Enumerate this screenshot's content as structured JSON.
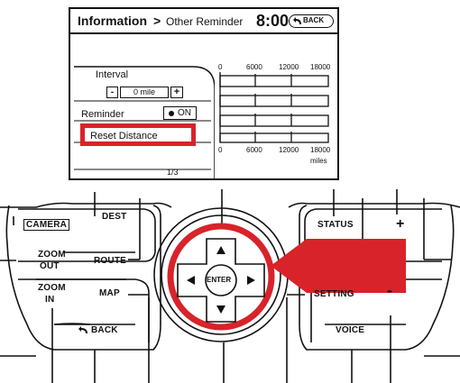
{
  "screen": {
    "title": "Information",
    "separator": ">",
    "subtitle": "Other Reminder",
    "clock": "8:00",
    "back_label": "BACK",
    "menu": {
      "interval_label": "Interval",
      "interval_value": "0 mile",
      "minus_glyph": "-",
      "plus_glyph": "+",
      "reminder_label": "Reminder",
      "reminder_state": "ON",
      "reset_label": "Reset Distance"
    },
    "page_indicator": "1/3",
    "scale_top": [
      "0",
      "6000",
      "12000",
      "18000"
    ],
    "scale_bottom": [
      "0",
      "6000",
      "12000",
      "18000"
    ],
    "scale_unit": "miles"
  },
  "panel": {
    "camera_label": "CAMERA",
    "dest_label": "DEST",
    "route_label": "ROUTE",
    "zoom_out_label_1": "ZOOM",
    "zoom_out_label_2": "OUT",
    "zoom_in_label_1": "ZOOM",
    "zoom_in_label_2": "IN",
    "map_label": "MAP",
    "back_label": "BACK",
    "enter_label": "ENTER",
    "status_label": "STATUS",
    "plus_label": "+",
    "minus_label": "-",
    "setting_label": "SETTING",
    "voice_label": "VOICE"
  },
  "colors": {
    "highlight": "#d8232a",
    "line": "#111111"
  }
}
